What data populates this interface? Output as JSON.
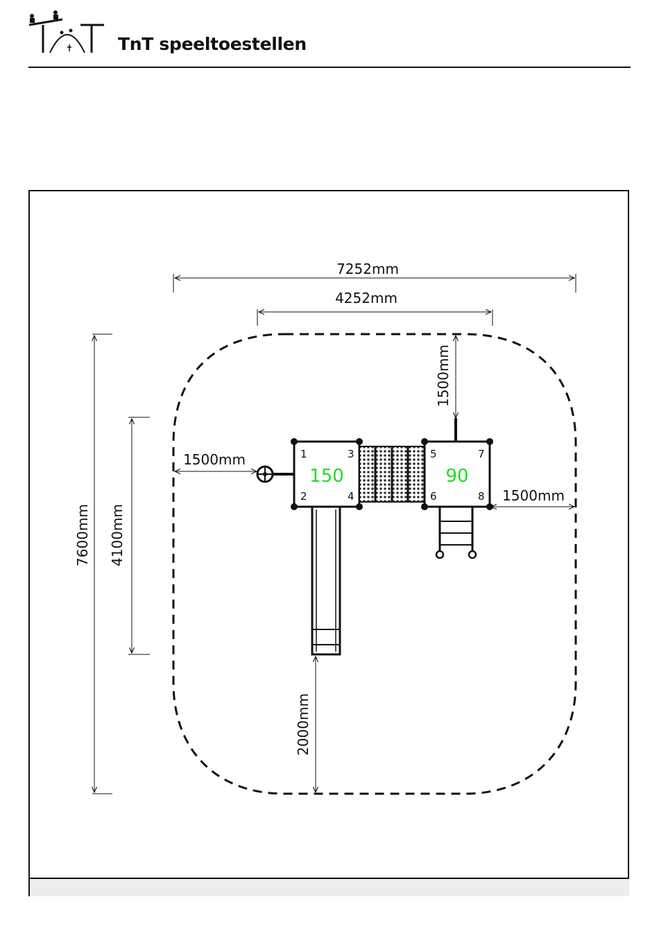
{
  "header": {
    "company_name": "TnT speeltoestellen"
  },
  "dimensions": {
    "total_width": "7252mm",
    "structure_width": "4252mm",
    "top_clearance": "1500mm",
    "left_clearance": "1500mm",
    "right_clearance": "1500mm",
    "total_depth": "7600mm",
    "structure_depth": "4100mm",
    "slide_clearance": "2000mm"
  },
  "platforms": {
    "left": {
      "height": "150",
      "posts": [
        "1",
        "2",
        "3",
        "4"
      ]
    },
    "right": {
      "height": "90",
      "posts": [
        "5",
        "6",
        "7",
        "8"
      ]
    }
  },
  "colors": {
    "height_label": "#22dd22",
    "lines": "#111111"
  }
}
